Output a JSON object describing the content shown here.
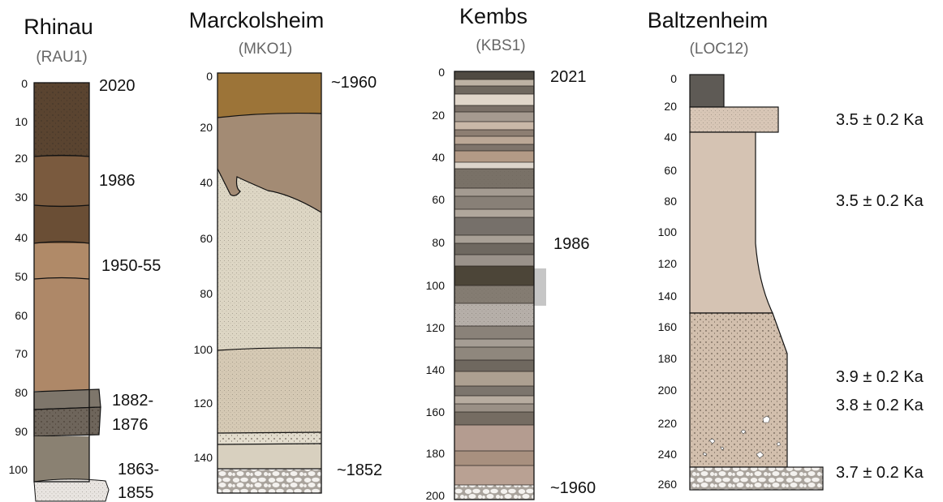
{
  "columns": [
    {
      "id": "rhinau",
      "name": "Rhinau",
      "code": "(RAU1)",
      "depth_ticks": [
        "0",
        "10",
        "20",
        "30",
        "40",
        "50",
        "60",
        "70",
        "80",
        "90",
        "100"
      ],
      "annotations": [
        "2020",
        "1986",
        "1950-55",
        "1882-",
        "1876",
        "1863-",
        "1855"
      ]
    },
    {
      "id": "marckolsheim",
      "name": "Marckolsheim",
      "code": "(MKO1)",
      "depth_ticks": [
        "0",
        "20",
        "40",
        "60",
        "80",
        "100",
        "120",
        "140"
      ],
      "annotations": [
        "~1960",
        "~1852"
      ]
    },
    {
      "id": "kembs",
      "name": "Kembs",
      "code": "(KBS1)",
      "depth_ticks": [
        "0",
        "20",
        "40",
        "60",
        "80",
        "100",
        "120",
        "140",
        "160",
        "180",
        "200"
      ],
      "annotations": [
        "2021",
        "1986",
        "~1960"
      ]
    },
    {
      "id": "baltzenheim",
      "name": "Baltzenheim",
      "code": "(LOC12)",
      "depth_ticks": [
        "0",
        "20",
        "40",
        "60",
        "80",
        "100",
        "120",
        "140",
        "160",
        "180",
        "200",
        "220",
        "240",
        "260"
      ],
      "annotations": [
        "3.5 ± 0.2 Ka",
        "3.5 ± 0.2 Ka",
        "3.9 ± 0.2 Ka",
        "3.8 ± 0.2 Ka",
        "3.7 ± 0.2 Ka"
      ]
    }
  ],
  "colors": {
    "dark_brown": "#5a4430",
    "mid_brown": "#8a6a4c",
    "light_brown": "#b08a68",
    "ochre": "#9c7438",
    "grey_brown": "#8e877d",
    "beige": "#d9d2c0",
    "pebble": "#e6e3df",
    "baltz_top": "#5e5a55",
    "baltz_silt": "#d5c3b3"
  }
}
